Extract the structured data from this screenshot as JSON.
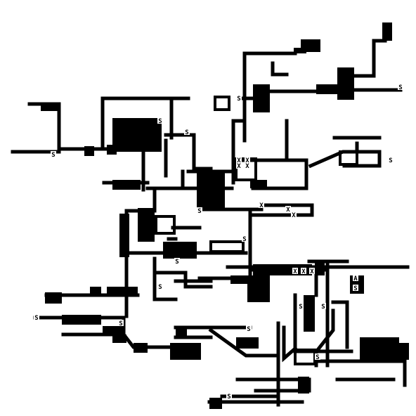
{
  "map": {
    "background_color": "#ffffff",
    "ink_color": "#000000",
    "marker_labels": {
      "spawn": "S",
      "x_tile": "X",
      "a_tile": "A"
    }
  }
}
